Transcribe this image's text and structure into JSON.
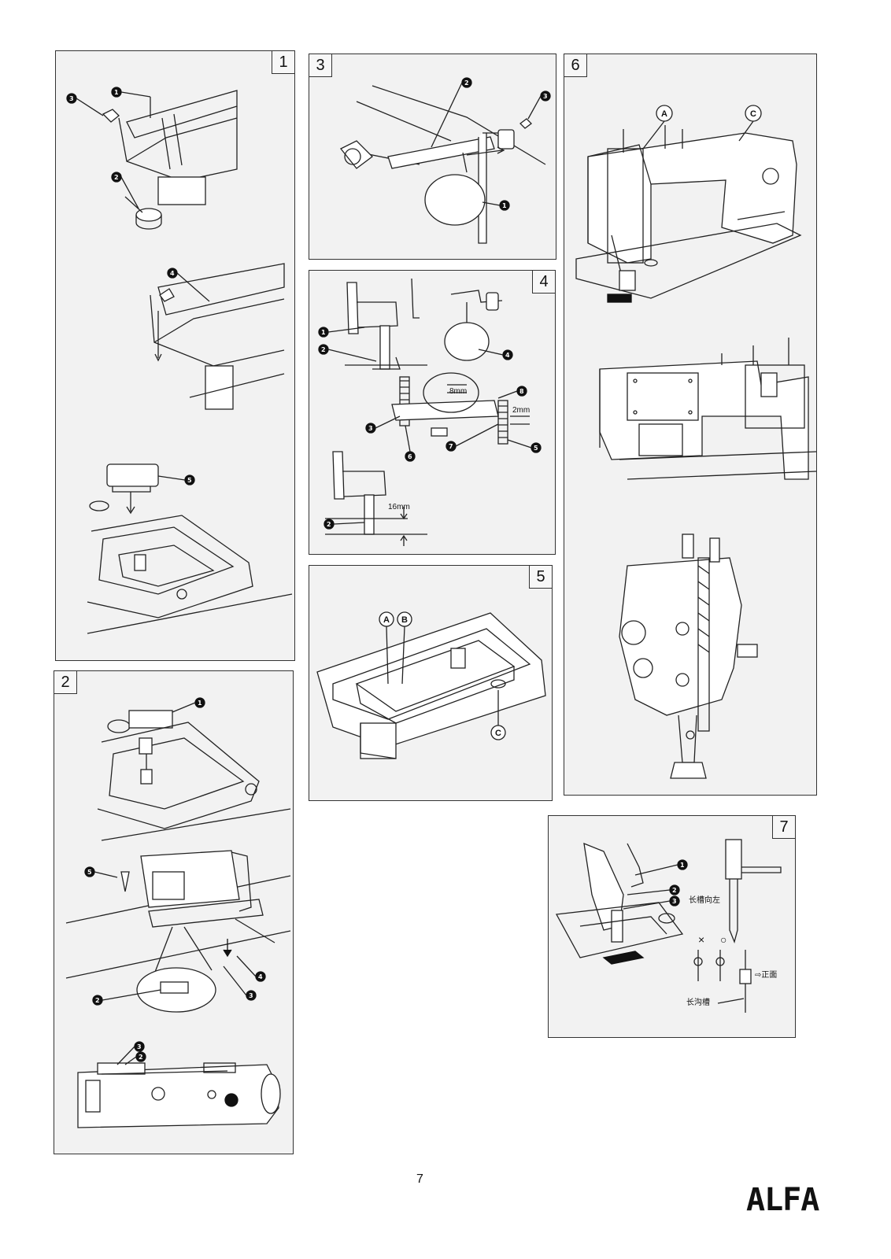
{
  "panels": {
    "p1": {
      "number": "1",
      "callouts": [
        "1",
        "2",
        "3",
        "4",
        "5"
      ]
    },
    "p2": {
      "number": "2",
      "callouts": [
        "1",
        "5",
        "4",
        "3",
        "2",
        "3",
        "2"
      ]
    },
    "p3": {
      "number": "3",
      "callouts": [
        "2",
        "3",
        "1"
      ]
    },
    "p4": {
      "number": "4",
      "callouts": [
        "1",
        "2",
        "4",
        "8",
        "3",
        "6",
        "7",
        "5",
        "2"
      ],
      "dimensions": {
        "d1": "8mm",
        "d2": "2mm",
        "d3": "16mm"
      }
    },
    "p5": {
      "number": "5",
      "letters": {
        "a": "A",
        "b": "B",
        "c": "C"
      }
    },
    "p6": {
      "number": "6",
      "letters": {
        "a": "A",
        "c": "C"
      }
    },
    "p7": {
      "number": "7",
      "callouts": [
        "1",
        "2",
        "3"
      ],
      "labels": {
        "long_groove_dir": "长槽向左",
        "cross": "×",
        "circle": "○",
        "front": "⇨正面",
        "long_groove": "长沟槽"
      }
    }
  },
  "page_number": "7",
  "logo_text": "ALFA"
}
